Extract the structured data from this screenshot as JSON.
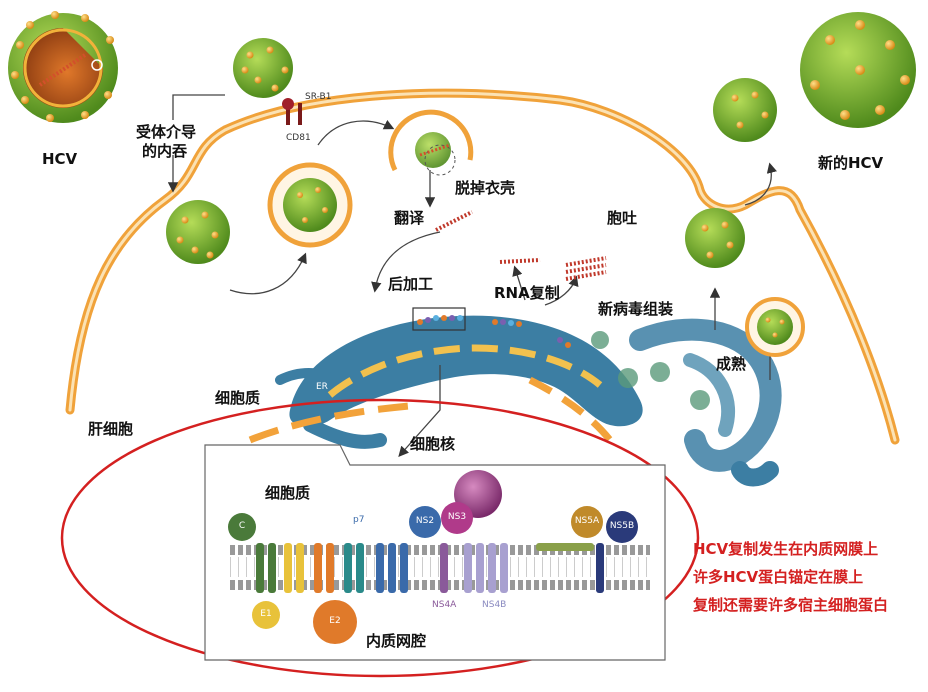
{
  "labels": {
    "hcv": "HCV",
    "receptor_endocytosis_line1": "受体介导",
    "receptor_endocytosis_line2": "的内吞",
    "sr_b1": "SR-B1",
    "cd81": "CD81",
    "uncoating": "脱掉衣壳",
    "translation": "翻译",
    "exocytosis": "胞吐",
    "new_hcv": "新的HCV",
    "post_processing": "后加工",
    "rna_replication": "RNA复制",
    "new_virus_assembly": "新病毒组装",
    "maturation": "成熟",
    "er": "ER",
    "cytoplasm_upper": "细胞质",
    "hepatocyte": "肝细胞",
    "nucleus": "细胞核",
    "cytoplasm_inset": "细胞质",
    "er_lumen": "内质网腔",
    "p7": "p7",
    "ns4a": "NS4A",
    "ns4b": "NS4B"
  },
  "proteins": {
    "c": "C",
    "e1": "E1",
    "e2": "E2",
    "ns2": "NS2",
    "ns3": "NS3",
    "ns5a": "NS5A",
    "ns5b": "NS5B"
  },
  "notes": [
    "HCV复制发生在内质网膜上",
    "许多HCV蛋白锚定在膜上",
    "复制还需要许多宿主细胞蛋白"
  ],
  "colors": {
    "membrane": "#f0a23a",
    "virus": "#7cb02c",
    "spike": "#f2b23a",
    "er": "#3c7ea3",
    "highlight": "#d42020"
  }
}
